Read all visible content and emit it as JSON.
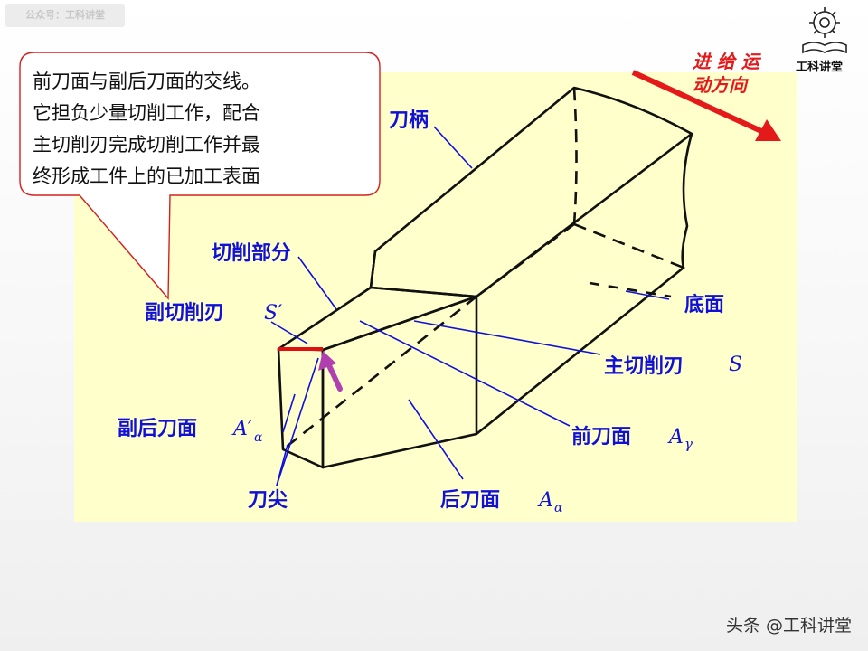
{
  "watermark_badge": "公众号：工科讲堂",
  "callout": {
    "lines": [
      "前刀面与副后刀面的交线。",
      "它担负少量切削工作，配合",
      "主切削刃完成切削工作并最",
      "终形成工件上的已加工表面"
    ]
  },
  "feed_direction": {
    "line1": "进 给 运",
    "line2": "动方向"
  },
  "logo_text": "工科讲堂",
  "labels": {
    "shank": "刀柄",
    "cutting_part": "切削部分",
    "minor_edge": "副切削刃",
    "minor_edge_sym": "S′",
    "base": "底面",
    "major_edge": "主切削刃",
    "major_edge_sym": "S",
    "minor_flank": "副后刀面",
    "minor_flank_sym": "A′",
    "minor_flank_sub": "α",
    "rake_face": "前刀面",
    "rake_face_sym": "A",
    "rake_face_sub": "γ",
    "tip": "刀尖",
    "flank": "后刀面",
    "flank_sym": "A",
    "flank_sub": "α"
  },
  "colors": {
    "panel_bg": "#ffffcc",
    "label_blue": "#1010d8",
    "callout_border": "#d42020",
    "feed_red": "#e41a1a",
    "tip_marker": "#e01010",
    "pointer_arrow": "#b040b0"
  },
  "footer": "头条 @工科讲堂"
}
